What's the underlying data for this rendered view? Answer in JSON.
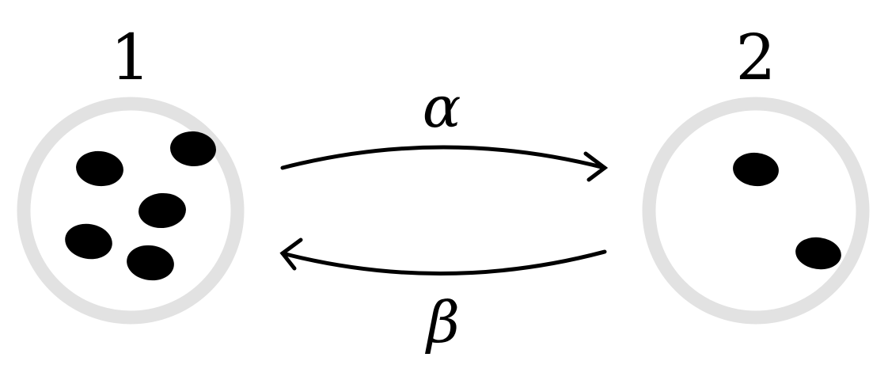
{
  "compartments": [
    {
      "label": "1",
      "particle_count": 5
    },
    {
      "label": "2",
      "particle_count": 2
    }
  ],
  "transitions": [
    {
      "symbol": "α",
      "from": "1",
      "to": "2"
    },
    {
      "symbol": "β",
      "from": "2",
      "to": "1"
    }
  ],
  "colors": {
    "ring": "#e2e2e2",
    "particle": "#000000",
    "arrow": "#000000",
    "background": "#ffffff"
  }
}
